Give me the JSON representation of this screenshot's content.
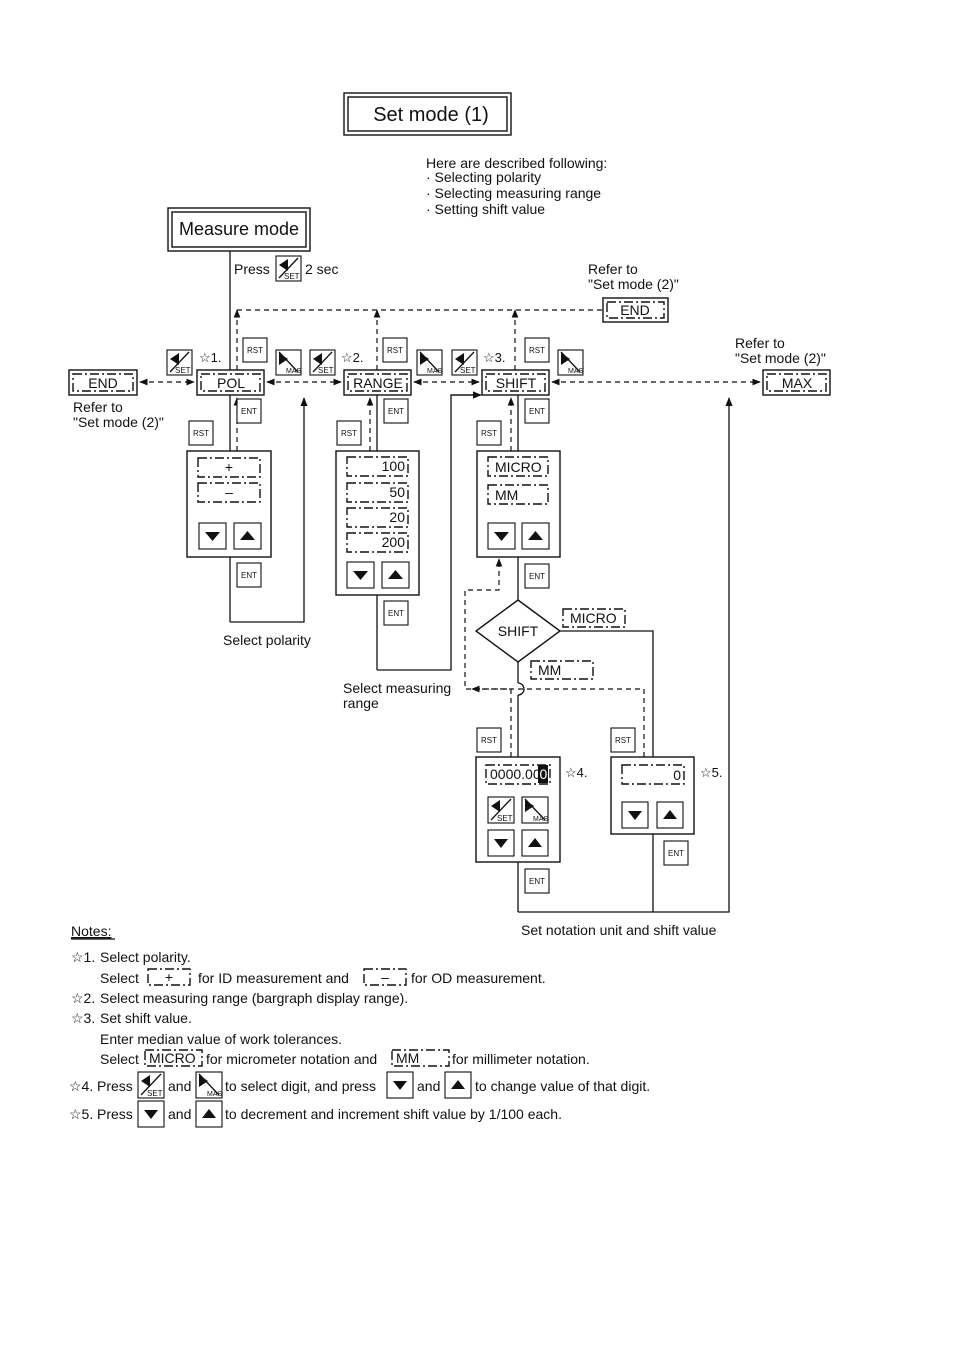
{
  "title": "Set mode (1)",
  "intro": {
    "heading": "Here are described following:",
    "items": [
      "· Selecting polarity",
      "· Selecting measuring range",
      "· Setting shift value"
    ]
  },
  "measure_mode": "Measure mode",
  "press": "Press",
  "two_sec": "2 sec",
  "end_label": "END",
  "max_label": "MAX",
  "refer_to": "Refer to",
  "refer_set_mode2": "\"Set mode (2)\"",
  "steps": {
    "pol": "POL",
    "range": "RANGE",
    "shift": "SHIFT"
  },
  "stars": {
    "s1": "☆1.",
    "s2": "☆2.",
    "s3": "☆3.",
    "s4": "☆4.",
    "s5": "☆5."
  },
  "keys": {
    "rst": "RST",
    "ent": "ENT",
    "set": "SET",
    "mas": "MAS"
  },
  "polarity_options": [
    "+",
    "–"
  ],
  "range_options": [
    "100",
    "50",
    "20",
    "200"
  ],
  "shift_options": [
    "MICRO",
    "MM"
  ],
  "shift_decision": "SHIFT",
  "micro_branch": "MICRO",
  "mm_branch": "MM",
  "shift_value_display": "0000.00",
  "shift_value_cursor": "0",
  "increment_display": "0",
  "captions": {
    "select_polarity": "Select polarity",
    "select_range_line1": "Select measuring",
    "select_range_line2": "range",
    "set_notation": "Set notation unit and shift value"
  },
  "notes": {
    "heading": "Notes:",
    "n1_a": "Select polarity.",
    "n1_b_select": "Select",
    "n1_b_plus": "+",
    "n1_b_mid": "for ID measurement and",
    "n1_b_minus": "–",
    "n1_b_end": "for OD measurement.",
    "n2": "Select measuring range (bargraph display range).",
    "n3_a": "Set shift value.",
    "n3_b": "Enter median value of work tolerances.",
    "n3_c_select": "Select",
    "n3_c_micro": "MICRO",
    "n3_c_mid": "for micrometer notation and",
    "n3_c_mm": "MM",
    "n3_c_end": "for millimeter notation.",
    "n4_press": "Press",
    "n4_and1": "and",
    "n4_mid": "to select digit, and press",
    "n4_and2": "and",
    "n4_end": "to change value of that digit.",
    "n5_press": "Press",
    "n5_and": "and",
    "n5_end": "to decrement and increment shift value by 1/100 each."
  }
}
